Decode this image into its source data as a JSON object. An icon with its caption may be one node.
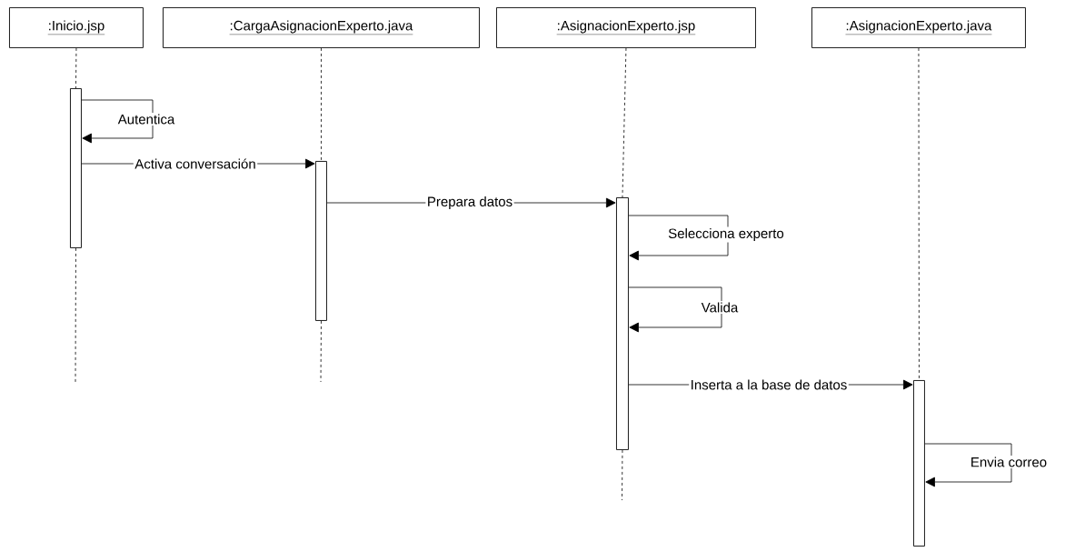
{
  "diagram": {
    "nodes": [
      {
        "text": [
          ":Inicio.jsp"
        ]
      },
      {
        "text": [
          ":CargaAsignacionExperto.java"
        ]
      },
      {
        "text": [
          ":AsignacionExperto.jsp"
        ]
      },
      {
        "text": [
          ":AsignacionExperto.java"
        ]
      },
      {
        "text": [],
        "shape": "bar"
      },
      {
        "text": [],
        "shape": "bar"
      },
      {
        "text": [],
        "shape": "bar"
      },
      {
        "text": [],
        "shape": "bar"
      }
    ],
    "edges": [
      {
        "from": 0,
        "to": 4,
        "arrow": "none",
        "style": "dashed"
      },
      {
        "from": 1,
        "to": 5,
        "arrow": "none",
        "style": "dashed"
      },
      {
        "from": 2,
        "to": 6,
        "arrow": "none",
        "style": "dashed"
      },
      {
        "from": 3,
        "to": 7,
        "arrow": "none",
        "style": "dashed"
      },
      {
        "from": 4,
        "to": null,
        "arrow": "none",
        "style": "dashed"
      },
      {
        "from": 5,
        "to": null,
        "arrow": "none",
        "style": "dashed"
      },
      {
        "from": 6,
        "to": null,
        "arrow": "none",
        "style": "dashed"
      },
      {
        "from": 4,
        "to": 4,
        "arrow": "to",
        "label": "Autentica"
      },
      {
        "from": 4,
        "to": 5,
        "arrow": "to",
        "label": "Activa conversación"
      },
      {
        "from": 5,
        "to": 6,
        "arrow": "to",
        "label": "Prepara datos"
      },
      {
        "from": 6,
        "to": 6,
        "arrow": "to",
        "label": "Selecciona experto"
      },
      {
        "from": 6,
        "to": 6,
        "arrow": "to",
        "label": "Valida"
      },
      {
        "from": 6,
        "to": 7,
        "arrow": "to",
        "label": "Inserta a la base de datos"
      },
      {
        "from": 7,
        "to": 7,
        "arrow": "to",
        "label": "Envia correo"
      }
    ]
  }
}
